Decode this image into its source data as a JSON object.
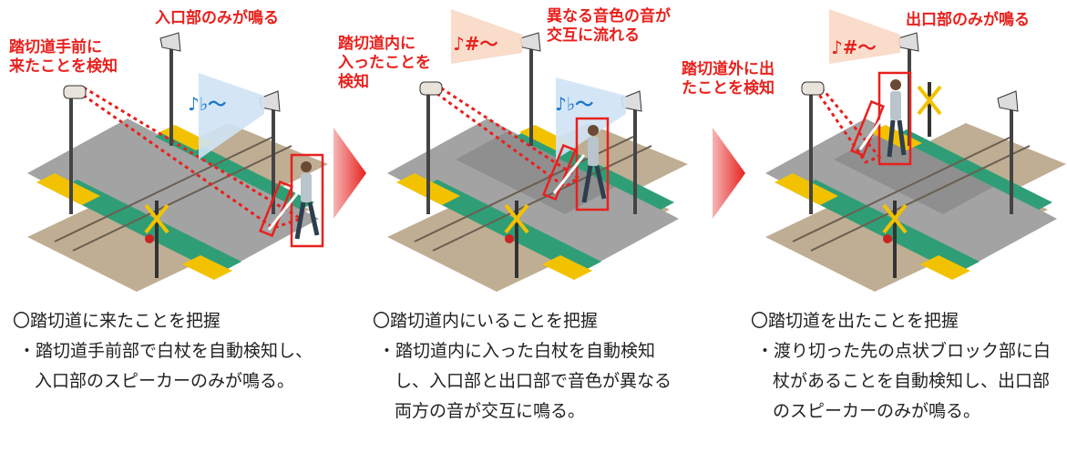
{
  "panels": [
    {
      "labels": {
        "detect": "踏切道手前に\n来たことを検知",
        "speaker": "入口部のみが鳴る"
      },
      "music": "♪♭〜",
      "heading": "〇踏切道に来たことを把握",
      "body": "・踏切道手前部で白杖を自動検知し、入口部のスピーカーのみが鳴る。"
    },
    {
      "labels": {
        "detect": "踏切道内に\n入ったことを\n検知",
        "speaker": "異なる音色の音が\n交互に流れる"
      },
      "music": "♪#〜",
      "music2": "♪♭〜",
      "heading": "〇踏切道内にいることを把握",
      "body": "・踏切道内に入った白杖を自動検知し、入口部と出口部で音色が異なる両方の音が交互に鳴る。"
    },
    {
      "labels": {
        "detect": "踏切道外に出\nたことを検知",
        "speaker": "出口部のみが鳴る"
      },
      "music": "♪#〜",
      "heading": "〇踏切道を出たことを把握",
      "body": "・渡り切った先の点状ブロック部に白杖があることを自動検知し、出口部のスピーカーのみが鳴る。"
    }
  ],
  "colors": {
    "label_red": "#e8211d",
    "road": "#9a9a9a",
    "tactile": "#f2c200",
    "green": "#2f9e77",
    "rail_bed": "#bfae93",
    "blue_wave": "#cfe3f5",
    "orange_wave": "#f8d8c4"
  }
}
